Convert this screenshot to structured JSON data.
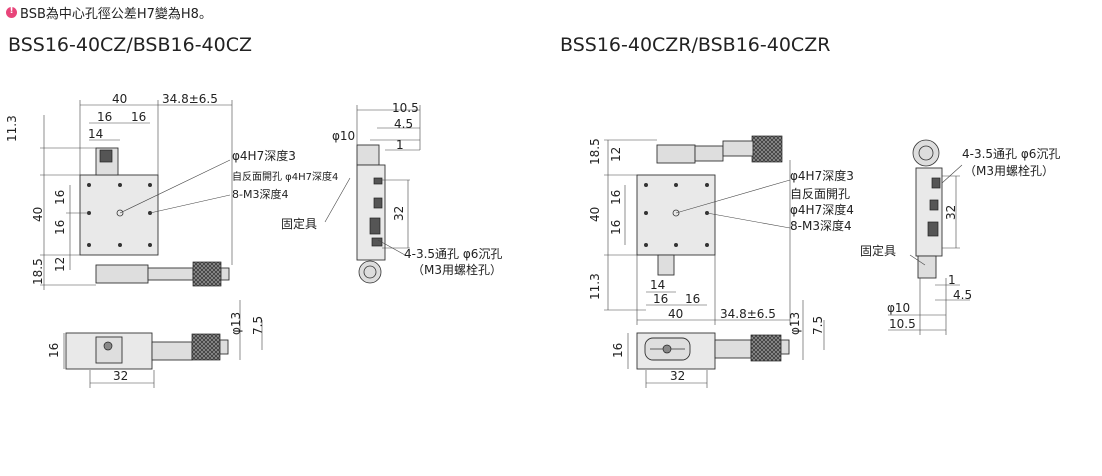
{
  "note": {
    "icon": "alert-circle-icon",
    "text": "BSB為中心孔徑公差H7變為H8。"
  },
  "left": {
    "title": "BSS16-40CZ/BSB16-40CZ",
    "dims": {
      "w40": "40",
      "stroke": "34.8±6.5",
      "d16a": "16",
      "d16b": "16",
      "d14": "14",
      "v11_3": "11.3",
      "v40": "40",
      "v16a": "16",
      "v16b": "16",
      "v18_5": "18.5",
      "v12": "12",
      "s10_5": "10.5",
      "s4_5": "4.5",
      "s10": "φ10",
      "s1": "1",
      "s32": "32",
      "b13": "φ13",
      "b7_5": "7.5",
      "b16": "16",
      "b32": "32"
    },
    "callouts": {
      "c1": "φ4H7深度3",
      "c2": "自反面開孔 φ4H7深度4",
      "c3": "8-M3深度4",
      "fix": "固定具",
      "hole1": "4-3.5通孔 φ6沉孔",
      "hole2": "（M3用螺栓孔）"
    }
  },
  "right": {
    "title": "BSS16-40CZR/BSB16-40CZR",
    "dims": {
      "v18_5": "18.5",
      "v12": "12",
      "v40": "40",
      "v16a": "16",
      "v16b": "16",
      "v11_3": "11.3",
      "d14": "14",
      "d16a": "16",
      "d16b": "16",
      "w40": "40",
      "stroke": "34.8±6.5",
      "b13": "φ13",
      "b7_5": "7.5",
      "b16": "16",
      "b32": "32",
      "s32": "32",
      "s1": "1",
      "s4_5": "4.5",
      "s10": "φ10",
      "s10_5": "10.5"
    },
    "callouts": {
      "c1": "φ4H7深度3",
      "c2": "自反面開孔",
      "c3": "φ4H7深度4",
      "c4": "8-M3深度4",
      "fix": "固定具",
      "hole1": "4-3.5通孔 φ6沉孔",
      "hole2": "（M3用螺栓孔）"
    }
  }
}
